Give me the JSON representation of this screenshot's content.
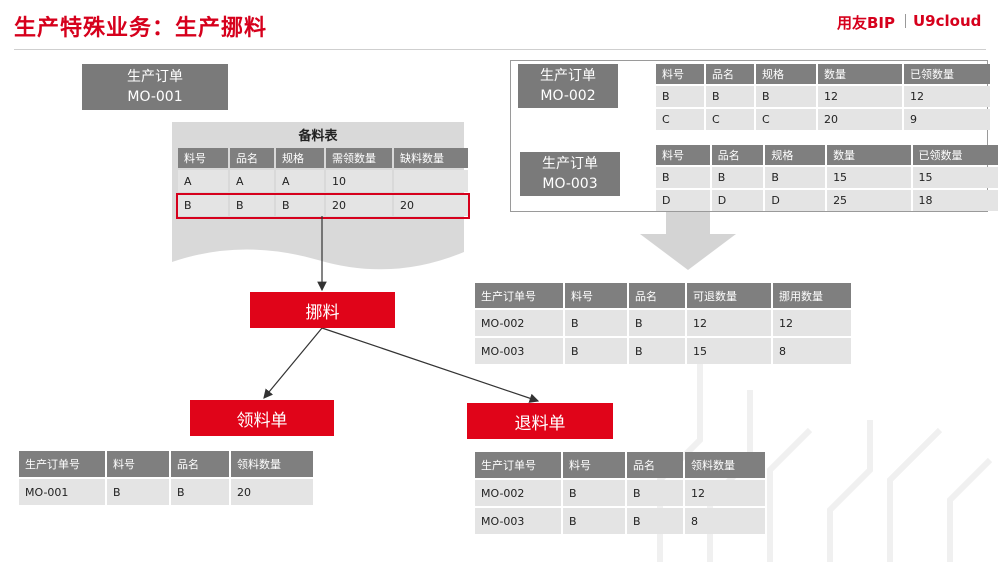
{
  "title": "生产特殊业务：生产挪料",
  "brand": {
    "left": "用友BIP",
    "right": "U9cloud"
  },
  "mo001": {
    "line1": "生产订单",
    "line2": "MO-001"
  },
  "mo002": {
    "line1": "生产订单",
    "line2": "MO-002"
  },
  "mo003": {
    "line1": "生产订单",
    "line2": "MO-003"
  },
  "bom": {
    "title": "备料表",
    "headers": [
      "料号",
      "品名",
      "规格",
      "需领数量",
      "缺料数量"
    ],
    "rows": [
      [
        "A",
        "A",
        "A",
        "10",
        ""
      ],
      [
        "B",
        "B",
        "B",
        "20",
        "20"
      ]
    ]
  },
  "table002": {
    "headers": [
      "料号",
      "品名",
      "规格",
      "数量",
      "已领数量"
    ],
    "rows": [
      [
        "B",
        "B",
        "B",
        "12",
        "12"
      ],
      [
        "C",
        "C",
        "C",
        "20",
        "9"
      ]
    ]
  },
  "table003": {
    "headers": [
      "料号",
      "品名",
      "规格",
      "数量",
      "已领数量"
    ],
    "rows": [
      [
        "B",
        "B",
        "B",
        "15",
        "15"
      ],
      [
        "D",
        "D",
        "D",
        "25",
        "18"
      ]
    ]
  },
  "returnable": {
    "headers": [
      "生产订单号",
      "料号",
      "品名",
      "可退数量",
      "挪用数量"
    ],
    "rows": [
      [
        "MO-002",
        "B",
        "B",
        "12",
        "12"
      ],
      [
        "MO-003",
        "B",
        "B",
        "15",
        "8"
      ]
    ]
  },
  "nodes": {
    "move": "挪料",
    "issue": "领料单",
    "return": "退料单"
  },
  "issue_table": {
    "headers": [
      "生产订单号",
      "料号",
      "品名",
      "领料数量"
    ],
    "rows": [
      [
        "MO-001",
        "B",
        "B",
        "20"
      ]
    ]
  },
  "return_table": {
    "headers": [
      "生产订单号",
      "料号",
      "品名",
      "领料数量"
    ],
    "rows": [
      [
        "MO-002",
        "B",
        "B",
        "12"
      ],
      [
        "MO-003",
        "B",
        "B",
        "8"
      ]
    ]
  }
}
